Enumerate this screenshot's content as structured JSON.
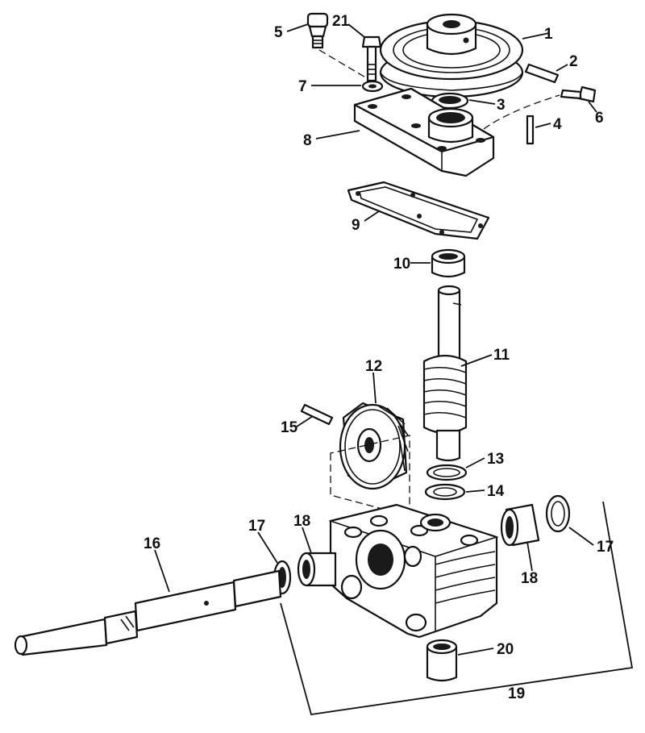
{
  "diagram": {
    "callouts": [
      {
        "id": "1",
        "text": "1"
      },
      {
        "id": "2",
        "text": "2"
      },
      {
        "id": "3",
        "text": "3"
      },
      {
        "id": "4",
        "text": "4"
      },
      {
        "id": "5",
        "text": "5"
      },
      {
        "id": "6",
        "text": "6"
      },
      {
        "id": "7",
        "text": "7"
      },
      {
        "id": "8",
        "text": "8"
      },
      {
        "id": "9",
        "text": "9"
      },
      {
        "id": "10",
        "text": "10"
      },
      {
        "id": "11",
        "text": "11"
      },
      {
        "id": "12",
        "text": "12"
      },
      {
        "id": "13",
        "text": "13"
      },
      {
        "id": "14",
        "text": "14"
      },
      {
        "id": "15",
        "text": "15"
      },
      {
        "id": "16",
        "text": "16"
      },
      {
        "id": "17a",
        "text": "17"
      },
      {
        "id": "17b",
        "text": "17"
      },
      {
        "id": "18a",
        "text": "18"
      },
      {
        "id": "18b",
        "text": "18"
      },
      {
        "id": "19",
        "text": "19"
      },
      {
        "id": "20",
        "text": "20"
      },
      {
        "id": "21",
        "text": "21"
      }
    ],
    "parts": [
      {
        "id": "pulley",
        "icon": "pulley-icon"
      },
      {
        "id": "pin-2",
        "icon": "pin-icon"
      },
      {
        "id": "seal-3",
        "icon": "oil-seal-icon"
      },
      {
        "id": "pin-4",
        "icon": "pin-icon"
      },
      {
        "id": "vent-plug-5",
        "icon": "plug-icon"
      },
      {
        "id": "bolt-6",
        "icon": "bolt-icon"
      },
      {
        "id": "washer-7",
        "icon": "washer-icon"
      },
      {
        "id": "cover-8",
        "icon": "housing-cover-icon"
      },
      {
        "id": "gasket-9",
        "icon": "gasket-icon"
      },
      {
        "id": "bearing-10",
        "icon": "bearing-icon"
      },
      {
        "id": "worm-shaft-11",
        "icon": "worm-gear-icon"
      },
      {
        "id": "gear-12",
        "icon": "spur-gear-icon"
      },
      {
        "id": "thrust-bearing-13",
        "icon": "thrust-bearing-icon"
      },
      {
        "id": "thrust-washer-14",
        "icon": "washer-icon"
      },
      {
        "id": "pin-15",
        "icon": "pin-icon"
      },
      {
        "id": "axle-16",
        "icon": "axle-icon"
      },
      {
        "id": "seal-17",
        "icon": "oil-seal-icon"
      },
      {
        "id": "bearing-18",
        "icon": "bearing-icon"
      },
      {
        "id": "housing-19",
        "icon": "gearbox-housing-icon"
      },
      {
        "id": "bearing-20",
        "icon": "bearing-icon"
      },
      {
        "id": "bolt-21",
        "icon": "bolt-icon"
      }
    ],
    "colors": {
      "ink": "#111111",
      "paper": "#ffffff"
    }
  }
}
